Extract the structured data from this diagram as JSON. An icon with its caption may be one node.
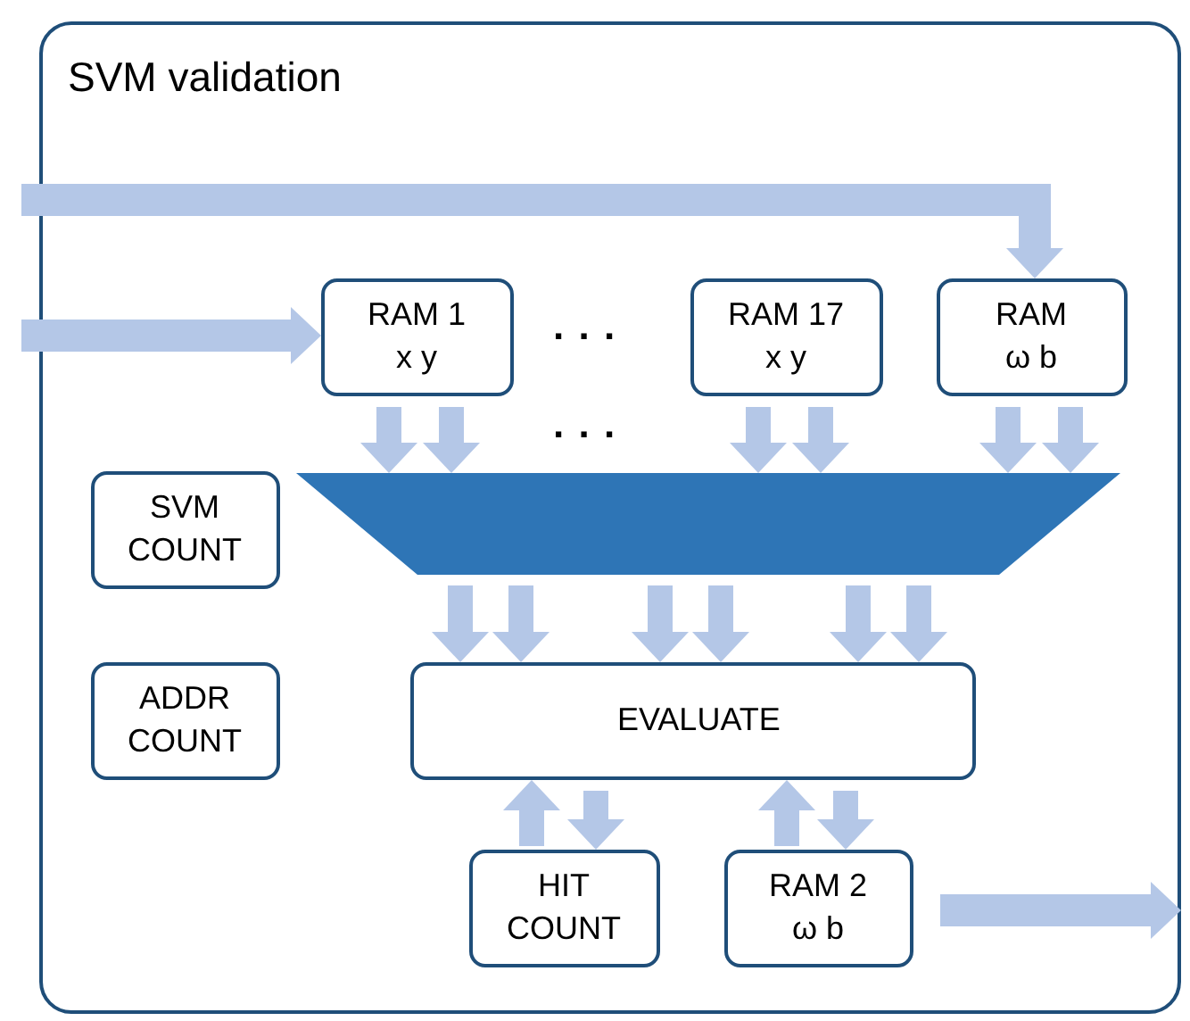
{
  "diagram": {
    "nodes": [
      {
        "text": [
          "SVM validation"
        ]
      },
      {
        "text": [
          "RAM 1",
          "x y"
        ],
        "in": 0
      },
      {
        "text": [
          "RAM 17",
          "x y"
        ],
        "in": 0
      },
      {
        "text": [
          "RAM",
          "ω b"
        ],
        "in": 0
      },
      {
        "text": [
          "SVM COUNT"
        ],
        "in": 0
      },
      {
        "text": [],
        "shape": "trapezoid",
        "in": 0
      },
      {
        "text": [
          "ADDR COUNT"
        ],
        "in": 0
      },
      {
        "text": [
          "EVALUATE"
        ],
        "in": 0
      },
      {
        "text": [
          "HIT COUNT"
        ],
        "in": 0
      },
      {
        "text": [
          "RAM 2",
          "ω b"
        ],
        "in": 0
      }
    ],
    "edges": [
      {
        "from": null,
        "to": 3,
        "arrow": "to"
      },
      {
        "from": null,
        "to": 1,
        "arrow": "to"
      },
      {
        "from": 1,
        "to": 5,
        "arrow": "to"
      },
      {
        "from": 1,
        "to": 5,
        "arrow": "to"
      },
      {
        "from": 2,
        "to": 5,
        "arrow": "to"
      },
      {
        "from": 2,
        "to": 5,
        "arrow": "to"
      },
      {
        "from": 3,
        "to": 5,
        "arrow": "to"
      },
      {
        "from": 3,
        "to": 5,
        "arrow": "to"
      },
      {
        "from": 5,
        "to": 7,
        "arrow": "to"
      },
      {
        "from": 5,
        "to": 7,
        "arrow": "to"
      },
      {
        "from": 5,
        "to": 7,
        "arrow": "to"
      },
      {
        "from": 5,
        "to": 7,
        "arrow": "to"
      },
      {
        "from": 5,
        "to": 7,
        "arrow": "to"
      },
      {
        "from": 5,
        "to": 7,
        "arrow": "to"
      },
      {
        "from": 8,
        "to": 7,
        "arrow": "to"
      },
      {
        "from": 7,
        "to": 8,
        "arrow": "to"
      },
      {
        "from": 9,
        "to": 7,
        "arrow": "to"
      },
      {
        "from": 7,
        "to": 9,
        "arrow": "to"
      },
      {
        "from": 9,
        "to": null,
        "arrow": "to"
      }
    ],
    "labels": [
      ". . .",
      ". . ."
    ]
  }
}
